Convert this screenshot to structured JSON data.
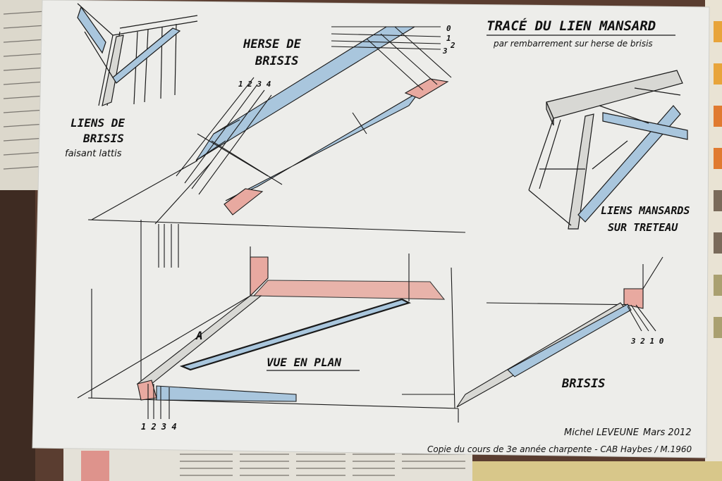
{
  "title": "TRACÉ DU LIEN MANSARD",
  "subtitle": "par rembarrement sur herse de brisis",
  "labels": {
    "herse_line1": "HERSE DE",
    "herse_line2": "BRISIS",
    "liens_line1": "LIENS DE",
    "liens_line2": "BRISIS",
    "liens_note": "faisant lattis",
    "mansards_line1": "LIENS MANSARDS",
    "mansards_line2": "SUR TRETEAU",
    "vue_en_plan": "VUE EN PLAN",
    "brisis": "BRISIS",
    "point_a": "A"
  },
  "numbers": {
    "top_0": "0",
    "top_1": "1",
    "top_2": "2",
    "top_3": "3",
    "herse_ticks": "1 2 3 4",
    "bottom_ticks": "1 2 3 4",
    "right_ticks": "3 2 1 0"
  },
  "signature": {
    "author": "Michel LEVEUNE",
    "date": "Mars 2012",
    "credit": "Copie du cours de 3e année charpente - CAB Haybes / M.1960"
  },
  "colors": {
    "paper": "#ededea",
    "blue": "#a9c6dd",
    "red": "#e8a9a0",
    "ink": "#1a1a1a",
    "background": "#6b4a3a"
  }
}
